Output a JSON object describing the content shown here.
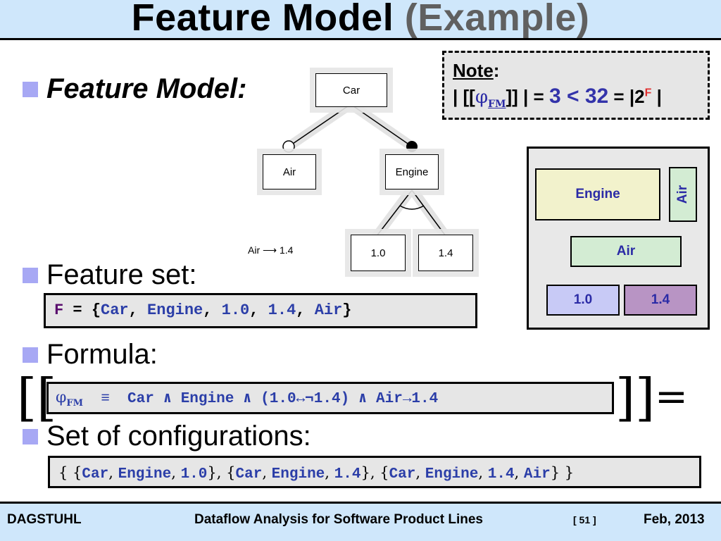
{
  "title": {
    "main": "Feature Model",
    "paren": "(Example)"
  },
  "bullets": {
    "feature_model": "Feature Model:",
    "feature_set": "Feature set:",
    "formula": "Formula:",
    "configurations": "Set of configurations:"
  },
  "note": {
    "label": "Note",
    "colon": ":",
    "eq_left": "| [[",
    "phi": "φ",
    "sub": "FM",
    "eq_mid": "]] | = ",
    "three": "3",
    "lt": " < ",
    "thirtytwo": "32",
    "eq_right": " = |2",
    "sup": "F",
    "bar": " |"
  },
  "diagram": {
    "root": "Car",
    "air": "Air",
    "engine": "Engine",
    "v10": "1.0",
    "v14": "1.4",
    "constraint_left": "Air",
    "constraint_arrow": "⟶",
    "constraint_right": "1.4"
  },
  "feature_set": {
    "F": "F",
    "eq": " = ",
    "open": "{",
    "items": [
      "Car",
      "Engine",
      "1.0",
      "1.4",
      "Air"
    ],
    "sep": ", ",
    "close": "}"
  },
  "panel": {
    "engine": "Engine",
    "air_v": "Air",
    "air_h": "Air",
    "v10": "1.0",
    "v14": "1.4",
    "colors": {
      "engine": "#f2f2cc",
      "air": "#d3ecd3",
      "v10": "#c8caf6",
      "v14": "#b894c4"
    }
  },
  "formula": {
    "open": "[[",
    "phi": "φ",
    "sub": "FM",
    "body": "  ≡  Car ∧ Engine ∧ (1.0↔¬1.4) ∧ Air→1.4",
    "close": "]]",
    "equals": "="
  },
  "configs": {
    "open": "{ ",
    "sets": [
      [
        "Car",
        "Engine",
        "1.0"
      ],
      [
        "Car",
        "Engine",
        "1.4"
      ],
      [
        "Car",
        "Engine",
        "1.4",
        "Air"
      ]
    ],
    "close": " }"
  },
  "footer": {
    "left": "DAGSTUHL",
    "center": "Dataflow Analysis for Software Product Lines",
    "page": "[ 51 ]",
    "date": "Feb, 2013"
  }
}
